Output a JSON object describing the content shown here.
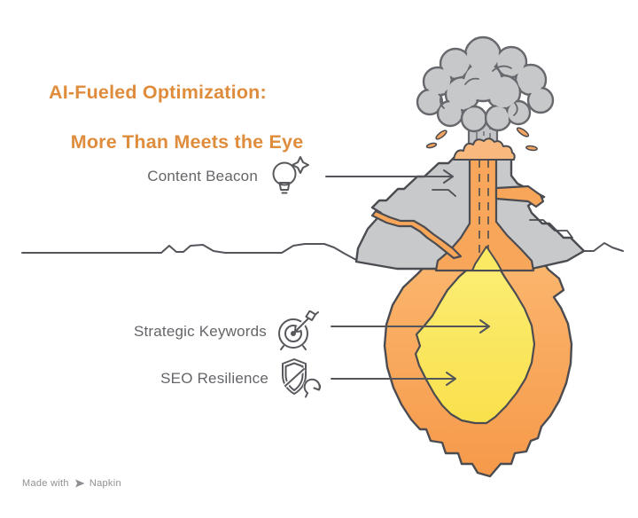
{
  "title": {
    "line1": "AI-Fueled Optimization:",
    "line2": "More Than Meets the Eye"
  },
  "callouts": [
    {
      "id": "content-beacon",
      "text": "Content Beacon",
      "icon": "lightbulb-sparkle-icon"
    },
    {
      "id": "strategic-keywords",
      "text": "Strategic Keywords",
      "icon": "target-dart-icon"
    },
    {
      "id": "seo-resilience",
      "text": "SEO Resilience",
      "icon": "shield-refresh-icon"
    }
  ],
  "footer": {
    "made_with": "Made with",
    "brand": "Napkin",
    "logo_icon": "napkin-logo-icon"
  },
  "illustration": {
    "parts": [
      "ash-cloud",
      "smoke-column",
      "volcano-cone",
      "crater-lava",
      "lava-conduit",
      "lava-branch",
      "lava-stream",
      "magma-chamber-outer",
      "magma-chamber-inner",
      "ground-line",
      "callout-arrows",
      "lava-splashes"
    ]
  },
  "colors": {
    "bg": "#FFFFFF",
    "title_color": "#DF8D3C",
    "label_color": "#636568",
    "footer_color": "#8E8F92",
    "outline": "#4B4C51",
    "line_color": "#54555A",
    "gray_fill": "#C8C9CB",
    "gray_stroke": "#67686D",
    "cloud_fill": "#C7C8CA",
    "column_fill": "#C3C4C7",
    "lava": "#F8A65A",
    "lava_light": "#F9B97E",
    "lava_deep": "#F6994A",
    "blob_top": "#FBB76F",
    "yellow": "#FBE964",
    "yellow_top": "#FCEF78",
    "yellow_deep": "#F9E04C",
    "splash": "#F4A45E",
    "icon_stroke": "#58595D"
  }
}
